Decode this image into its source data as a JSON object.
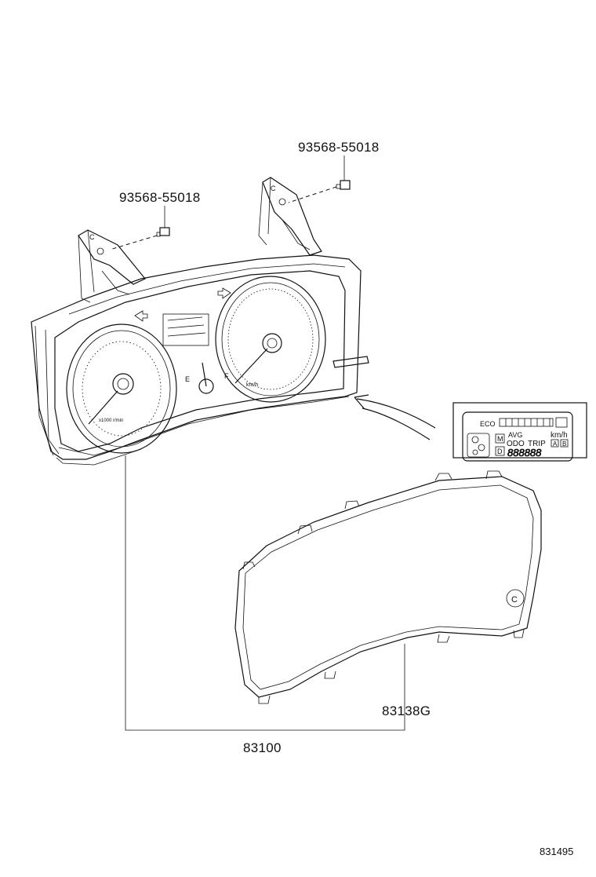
{
  "labels": {
    "bolt_left": "93568-55018",
    "bolt_right": "93568-55018",
    "lens": "83138G",
    "meter_assy": "83100",
    "ref_number": "831495"
  },
  "gauge": {
    "tach_unit": "x1000 r/min",
    "speed_unit": "km/h",
    "fuel_empty": "E",
    "fuel_full": "F",
    "mount_marker": "C"
  },
  "display_inset": {
    "eco": "ECO",
    "mode_m": "M",
    "avg": "AVG",
    "odo": "ODO",
    "trip": "TRIP",
    "unit": "km/h",
    "trip_a": "A",
    "trip_b": "B",
    "mode_d": "D",
    "digits": "888888"
  }
}
